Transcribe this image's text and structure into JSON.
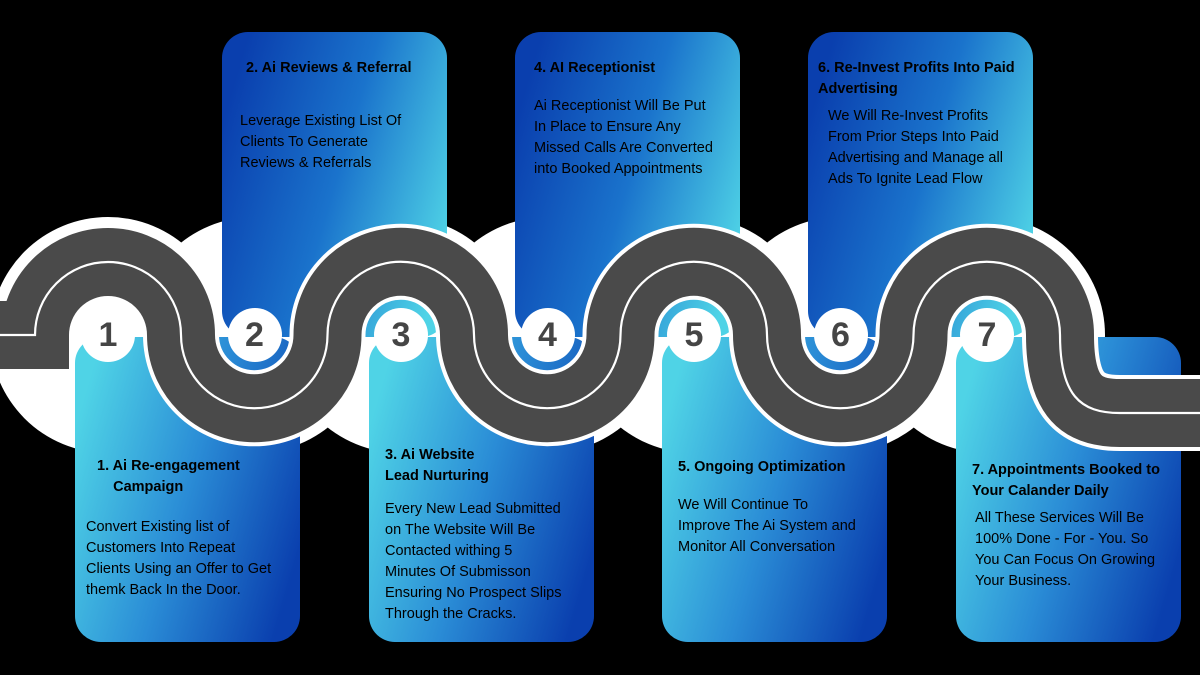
{
  "colors": {
    "background": "#000000",
    "road": "#4a4a4a",
    "road_edge": "#ffffff",
    "card_dark": "#0a3fae",
    "card_light": "#4fd3e6",
    "number": "#454545"
  },
  "steps": [
    {
      "number": "1",
      "title": "1. Ai Re-engagement\n    Campaign",
      "body": "Convert Existing list of\nCustomers Into Repeat\nClients Using an Offer to Get\nthemk Back In the Door."
    },
    {
      "number": "2",
      "title": "2. Ai Reviews & Referral",
      "body": "Leverage Existing List Of\nClients To Generate\nReviews & Referrals"
    },
    {
      "number": "3",
      "title": "3. Ai Website\nLead Nurturing",
      "body": "Every New Lead Submitted\non The Website Will Be\nContacted withing 5\nMinutes Of Submisson\nEnsuring No Prospect Slips\nThrough the Cracks."
    },
    {
      "number": "4",
      "title": "4. AI Receptionist",
      "body": "Ai Receptionist Will Be Put\nIn Place to Ensure Any\nMissed Calls Are Converted\ninto Booked Appointments"
    },
    {
      "number": "5",
      "title": "5. Ongoing Optimization",
      "body": "We Will Continue To\nImprove The Ai System and\nMonitor All Conversation"
    },
    {
      "number": "6",
      "title": "6. Re-Invest Profits Into Paid\nAdvertising",
      "body": "We Will Re-Invest Profits\nFrom Prior Steps Into Paid\nAdvertising and Manage all\nAds To Ignite Lead Flow"
    },
    {
      "number": "7",
      "title": "7. Appointments Booked to\nYour Calander Daily",
      "body": "All These Services Will Be\n100% Done - For - You. So\nYou Can Focus On Growing\nYour Business."
    }
  ]
}
